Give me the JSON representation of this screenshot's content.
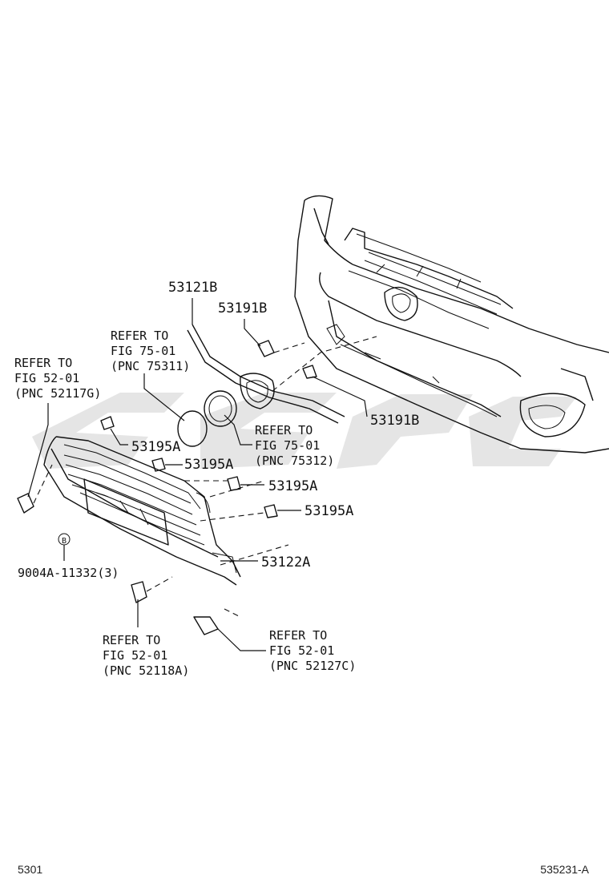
{
  "labels": {
    "p53121B": "53121B",
    "p53191B_top": "53191B",
    "p53191B_right": "53191B",
    "p53195A_1": "53195A",
    "p53195A_2": "53195A",
    "p53195A_3": "53195A",
    "p53195A_4": "53195A",
    "p53122A": "53122A",
    "p9004A": "9004A-11332(3)",
    "circle_b": "B"
  },
  "refs": {
    "r75311": [
      "REFER TO",
      "FIG 75-01",
      "(PNC 75311)"
    ],
    "r52117G": [
      "REFER TO",
      "FIG 52-01",
      "(PNC 52117G)"
    ],
    "r75312": [
      "REFER TO",
      "FIG 75-01",
      "(PNC 75312)"
    ],
    "r52118A": [
      "REFER TO",
      "FIG 52-01",
      "(PNC 52118A)"
    ],
    "r52127C": [
      "REFER TO",
      "FIG 52-01",
      "(PNC 52127C)"
    ]
  },
  "footer": {
    "left": "5301",
    "right": "535231-A"
  },
  "icons": {
    "watermark": "watermark-logo"
  }
}
